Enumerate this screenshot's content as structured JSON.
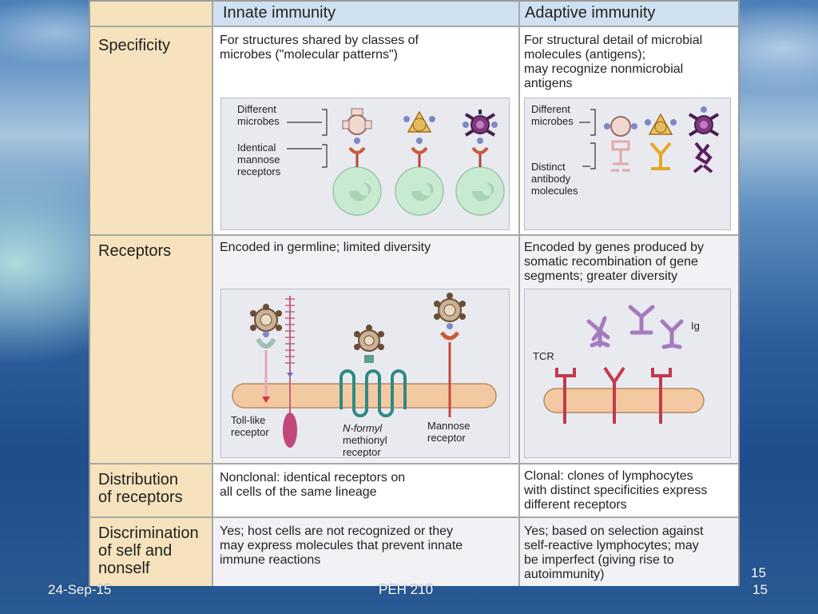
{
  "header": {
    "innate": "Innate immunity",
    "adaptive": "Adaptive immunity"
  },
  "rows": {
    "specificity": {
      "label": "Specificity",
      "innate": [
        "For structures shared by classes of",
        "microbes (\"molecular patterns\")"
      ],
      "adaptive": [
        "For structural detail of microbial",
        "molecules (antigens);",
        "may recognize nonmicrobial",
        "antigens"
      ]
    },
    "receptors": {
      "label": "Receptors",
      "innate": [
        "Encoded in germline; limited diversity"
      ],
      "adaptive": [
        "Encoded by genes produced by",
        "somatic recombination of gene",
        "segments; greater diversity"
      ]
    },
    "distribution": {
      "label": [
        "Distribution",
        "of receptors"
      ],
      "innate": [
        "Nonclonal: identical receptors on",
        "all cells of the same lineage"
      ],
      "adaptive": [
        "Clonal: clones of lymphocytes",
        "with distinct specificities express",
        "different receptors"
      ]
    },
    "discrimination": {
      "label": [
        "Discrimination",
        "of self and",
        "nonself"
      ],
      "innate": [
        "Yes; host cells are not recognized or they",
        "may express molecules that prevent innate",
        "immune reactions"
      ],
      "adaptive": [
        "Yes; based on selection against",
        "self-reactive lymphocytes; may",
        "be imperfect (giving rise to",
        "autoimmunity)"
      ]
    }
  },
  "figure_labels": {
    "innate_spec": {
      "microbes": [
        "Different",
        "microbes"
      ],
      "receptors": [
        "Identical",
        "mannose",
        "receptors"
      ]
    },
    "adaptive_spec": {
      "microbes": [
        "Different",
        "microbes"
      ],
      "antibodies": [
        "Distinct",
        "antibody",
        "molecules"
      ]
    },
    "innate_rec": {
      "toll": [
        "Toll-like",
        "receptor"
      ],
      "formyl": [
        "N-formyl",
        "methionyl",
        "receptor"
      ],
      "mannose": [
        "Mannose",
        "receptor"
      ]
    },
    "adaptive_rec": {
      "ig": "Ig",
      "tcr": "TCR"
    }
  },
  "footer": {
    "date": "24-Sep-15",
    "course": "PEH 210",
    "page_top": "15",
    "page_bottom": "15"
  },
  "colors": {
    "label_bg": "#f6e3bd",
    "header_bg": "#cfe0f0",
    "panel_bg": "#e9eaf0",
    "cell_green": "#c8ead0",
    "membrane": "#f3c9a2"
  }
}
